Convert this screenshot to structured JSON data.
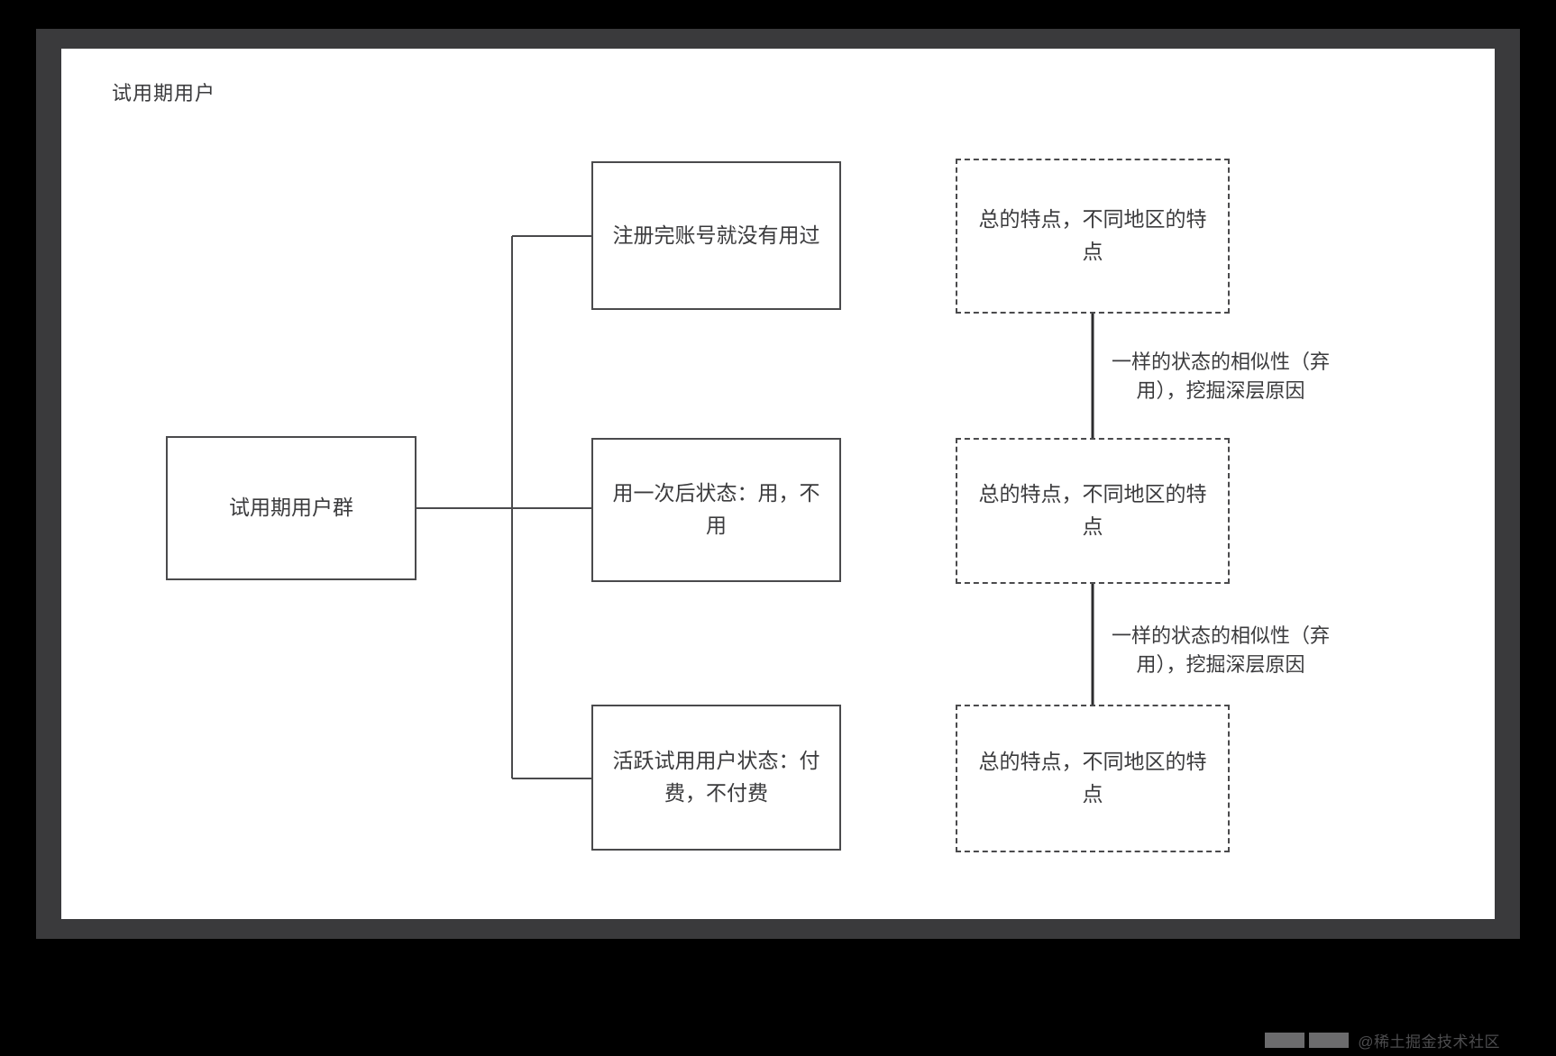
{
  "canvas": {
    "title": "试用期用户",
    "background": "#ffffff",
    "frame_color": "#3a3a3c",
    "stroke_color": "#4a4a4c",
    "text_color": "#3b3b3d"
  },
  "nodes": {
    "root": {
      "label": "试用期用户群",
      "style": "solid"
    },
    "branch_1": {
      "label": "注册完账号就没有用过",
      "style": "solid"
    },
    "branch_2": {
      "label": "用一次后状态：用，不用",
      "style": "solid"
    },
    "branch_3": {
      "label": "活跃试用用户状态：付\n费，不付费",
      "style": "solid"
    },
    "dashed_1": {
      "label": "总的特点，不同地区的特点",
      "style": "dashed"
    },
    "dashed_2": {
      "label": "总的特点，不同地区的特点",
      "style": "dashed"
    },
    "dashed_3": {
      "label": "总的特点，不同地区的特点",
      "style": "dashed"
    }
  },
  "edges": {
    "label_1": "一样的状态的相似性（弃\n用），挖掘深层原因",
    "label_2": "一样的状态的相似性（弃\n用），挖掘深层原因"
  },
  "watermark": {
    "text": "@稀土掘金技术社区"
  }
}
